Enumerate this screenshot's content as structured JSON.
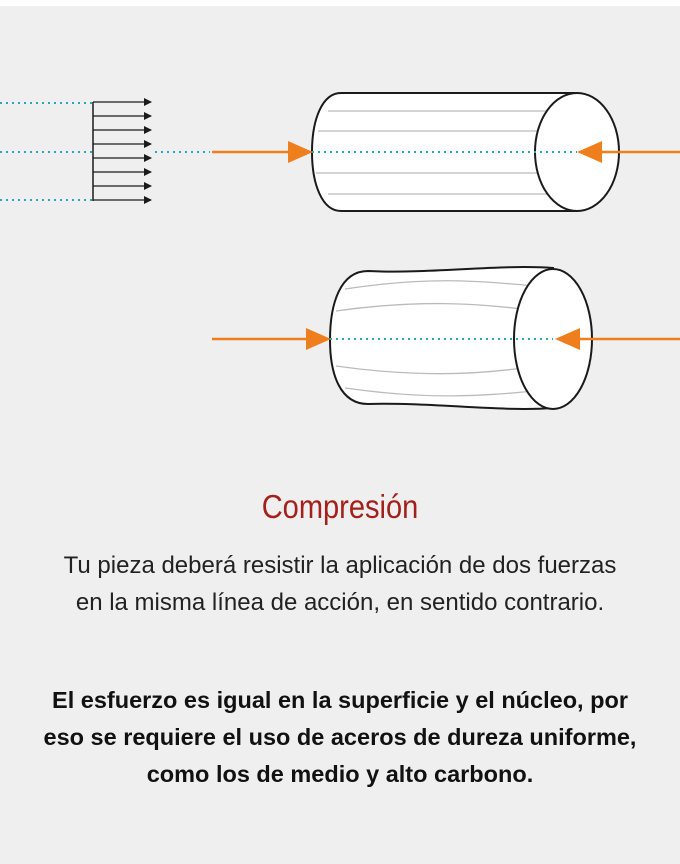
{
  "colors": {
    "background": "#efefef",
    "arrow": "#ee7f1c",
    "line_of_action": "#2aa7b8",
    "title": "#a3211a",
    "stroke": "#1a1a1a",
    "fiber": "#bbbbbb"
  },
  "icons": {
    "stress_distribution": "uniform-stress-distribution-icon",
    "cylinder_before": "cylinder-under-compression-icon",
    "cylinder_after": "barrel-deformed-cylinder-icon"
  },
  "text": {
    "title": "Compresión",
    "description": "Tu pieza deberá resistir la aplicación de dos fuerzas en la misma línea de acción, en sentido contrario.",
    "emphasis": "El esfuerzo es igual en la superficie y el núcleo, por eso se requiere el uso de aceros de dureza uniforme, como los de medio y alto carbono."
  }
}
